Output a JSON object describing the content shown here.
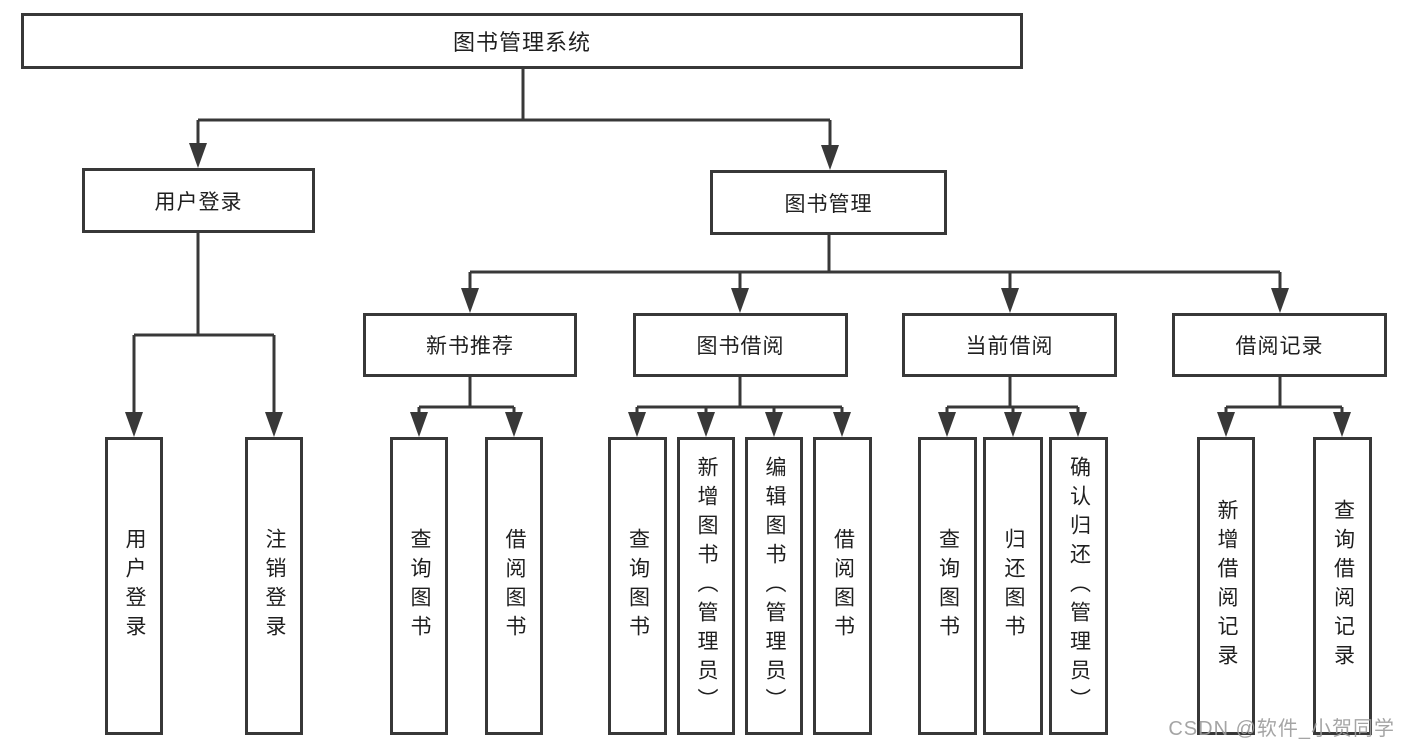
{
  "nodes": {
    "root": "图书管理系统",
    "level2": {
      "user_login": "用户登录",
      "book_management": "图书管理"
    },
    "level3": {
      "new_book_recommend": "新书推荐",
      "book_borrow": "图书借阅",
      "current_borrow": "当前借阅",
      "borrow_record": "借阅记录"
    },
    "leaves": {
      "user_login": [
        "用户登录",
        "注销登录"
      ],
      "new_book_recommend": [
        "查询图书",
        "借阅图书"
      ],
      "book_borrow": [
        "查询图书",
        "新增图书（管理员）",
        "编辑图书（管理员）",
        "借阅图书"
      ],
      "current_borrow": [
        "查询图书",
        "归还图书",
        "确认归还（管理员）"
      ],
      "borrow_record": [
        "新增借阅记录",
        "查询借阅记录"
      ]
    }
  },
  "watermark": "CSDN @软件_小贺同学",
  "colors": {
    "line": "#383838",
    "text": "#1f1f1f",
    "watermark": "#9c9c9c",
    "background": "#ffffff"
  }
}
